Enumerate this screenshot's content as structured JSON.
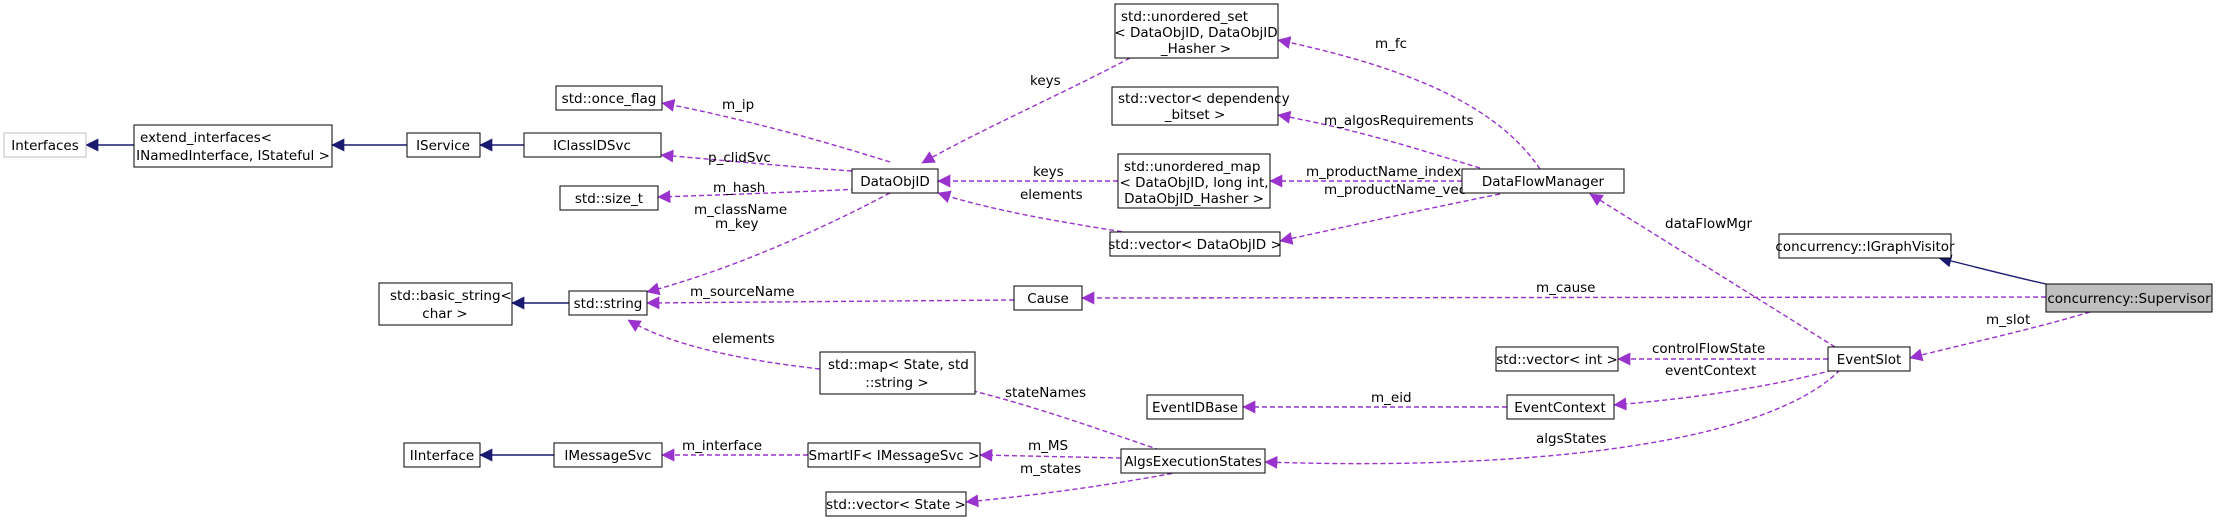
{
  "colors": {
    "background": "#ffffff",
    "node_border": "#000000",
    "node_border_grey": "#bfbfbf",
    "highlight_fill": "#bfbfbf",
    "inheritance_edge": "#191970",
    "usage_edge": "#9a32cd"
  },
  "nodes": {
    "interfaces": "Interfaces",
    "extend_interfaces": [
      "extend_interfaces<",
      "INamedInterface, IStateful >"
    ],
    "iservice": "IService",
    "iclassidsvc": "IClassIDSvc",
    "once_flag": "std::once_flag",
    "size_t": "std::size_t",
    "dataobjid": "DataObjID",
    "basic_string": [
      "std::basic_string<",
      "char >"
    ],
    "string": "std::string",
    "unordered_set": [
      "std::unordered_set",
      "< DataObjID, DataObjID",
      "_Hasher >"
    ],
    "vector_bitset": [
      "std::vector< dependency",
      "_bitset >"
    ],
    "unordered_map": [
      "std::unordered_map",
      "< DataObjID, long int,",
      "DataObjID_Hasher >"
    ],
    "vector_dataobjid": "std::vector< DataObjID >",
    "dataflowmanager": "DataFlowManager",
    "cause": "Cause",
    "map_state": [
      "std::map< State, std",
      "::string >"
    ],
    "igraphvisitor": "concurrency::IGraphVisitor",
    "supervisor": "concurrency::Supervisor",
    "vector_int": "std::vector< int >",
    "eventslot": "EventSlot",
    "eventidbase": "EventIDBase",
    "eventcontext": "EventContext",
    "iinterface": "IInterface",
    "imessagesvc": "IMessageSvc",
    "smartif": "SmartIF< IMessageSvc >",
    "algsexecutionstates": "AlgsExecutionStates",
    "vector_state": "std::vector< State >"
  },
  "edge_labels": {
    "m_ip": "m_ip",
    "p_clidsvc": "p_clidSvc",
    "m_hash": "m_hash",
    "m_classname_key": [
      "m_className",
      "m_key"
    ],
    "keys_set": "keys",
    "keys_map": "keys",
    "elements_vec": "elements",
    "m_fc": "m_fc",
    "m_algosrequirements": "m_algosRequirements",
    "m_productname_index_map": "m_productName_index_map",
    "m_productname_vec": "m_productName_vec",
    "m_sourcename": "m_sourceName",
    "elements_map": "elements",
    "m_cause": "m_cause",
    "dataflowmgr": "dataFlowMgr",
    "m_slot": "m_slot",
    "controlflowstate": "controlFlowState",
    "eventcontext": "eventContext",
    "m_eid": "m_eid",
    "statenames": "stateNames",
    "algsstates": "algsStates",
    "m_interface": "m_interface",
    "m_ms": "m_MS",
    "m_states": "m_states"
  }
}
